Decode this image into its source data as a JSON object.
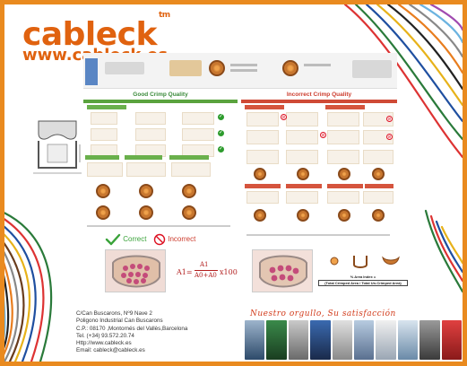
{
  "brand": {
    "name": "cableck",
    "tm": "tm",
    "website": "www.cableck.es",
    "color": "#e0620f"
  },
  "poster": {
    "good_title": "Good Crimp Quality",
    "incorrect_title": "Incorrect Crimp Quality",
    "legend_correct": "Correct",
    "legend_incorrect": "Incorrect",
    "good_color": "#3a8a3a",
    "bad_color": "#cc3b2c"
  },
  "formula": {
    "lhs": "A1=",
    "numerator": "A1",
    "denominator": "A0+A0",
    "factor": "x100"
  },
  "area_ratio": {
    "label1": "% Area Index =",
    "label2": "(Total Crimped Area / Total Un-Crimped Area)"
  },
  "contact": {
    "street": "C/Can Buscarons, Nº9 Nave 2",
    "estate": "Poligono Industrial Can Buscarons",
    "city": "C.P.: 08170 ,Montornés del Vallès,Barcelona",
    "phone": "Tel. (+34) 93.572.20.74",
    "web": "Http://www.cableck.es",
    "email": "Email: cableck@cableck.es"
  },
  "slogan": "Nuestro orgullo, Su satisfacción",
  "frame_color": "#e98a1f"
}
